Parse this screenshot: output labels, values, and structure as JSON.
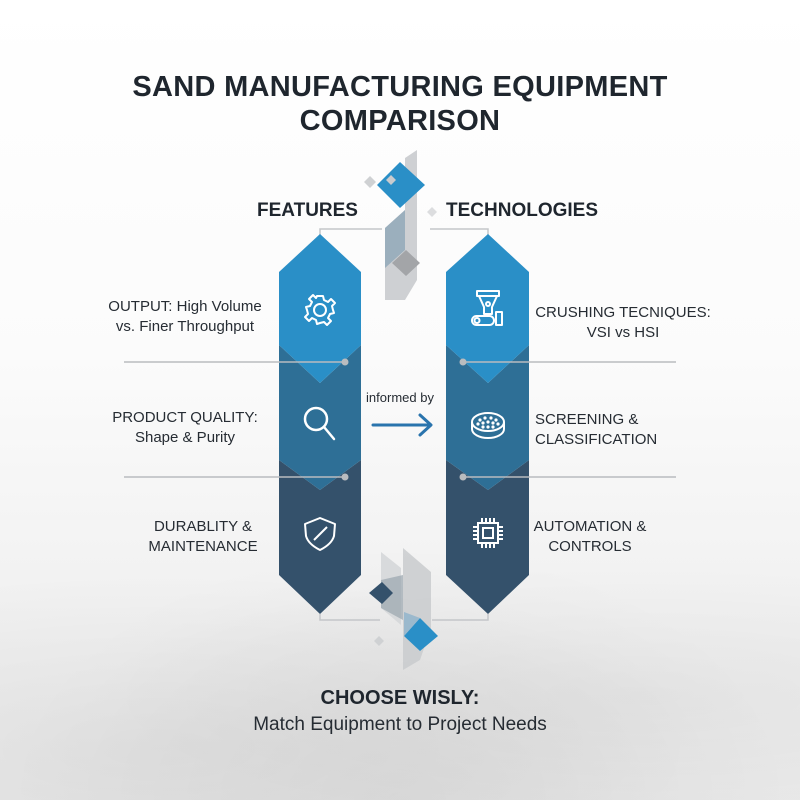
{
  "title": {
    "line1": "SAND MANUFACTURING EQUIPMENT",
    "line2": "COMPARISON"
  },
  "colors": {
    "tier1": "#2a8fc7",
    "tier2": "#2e6f96",
    "tier3": "#34516b",
    "accent_blue": "#2a8fc7",
    "dark_navy": "#34516b",
    "gray_shape": "#c4c6c9",
    "text": "#1f262e"
  },
  "features": {
    "heading": "FEATURES",
    "items": [
      {
        "line1": "OUTPUT: High Volume",
        "line2": "vs. Finer Throughput",
        "icon": "gear-icon"
      },
      {
        "line1": "PRODUCT QUALITY:",
        "line2": "Shape & Purity",
        "icon": "magnifier-icon"
      },
      {
        "line1": "DURABLITY &",
        "line2": "MAINTENANCE",
        "icon": "shield-icon"
      }
    ]
  },
  "technologies": {
    "heading": "TECHNOLOGIES",
    "items": [
      {
        "line1": "CRUSHING TECNIQUES:",
        "line2": "VSI vs HSI",
        "icon": "crusher-icon"
      },
      {
        "line1": "SCREENING &",
        "line2": "CLASSIFICATION",
        "icon": "sieve-icon"
      },
      {
        "line1": "AUTOMATION &",
        "line2": "CONTROLS",
        "icon": "chip-icon"
      }
    ]
  },
  "connector": {
    "label": "informed by",
    "icon": "arrow-right-icon"
  },
  "footer": {
    "title": "CHOOSE WISLY:",
    "subtitle": "Match Equipment to Project Needs"
  }
}
